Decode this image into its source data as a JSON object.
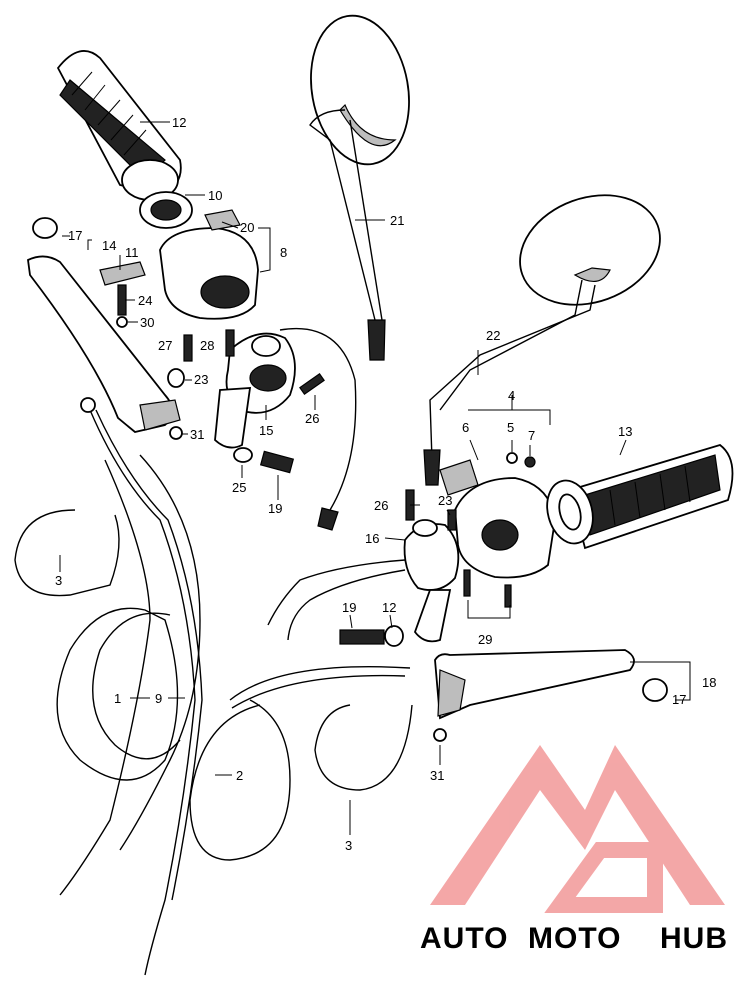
{
  "diagram": {
    "callouts": [
      {
        "id": "c1",
        "label": "1"
      },
      {
        "id": "c2",
        "label": "2"
      },
      {
        "id": "c3a",
        "label": "3"
      },
      {
        "id": "c3b",
        "label": "3"
      },
      {
        "id": "c4",
        "label": "4"
      },
      {
        "id": "c5",
        "label": "5"
      },
      {
        "id": "c6",
        "label": "6"
      },
      {
        "id": "c7",
        "label": "7"
      },
      {
        "id": "c8",
        "label": "8"
      },
      {
        "id": "c9",
        "label": "9"
      },
      {
        "id": "c10",
        "label": "10"
      },
      {
        "id": "c11",
        "label": "11"
      },
      {
        "id": "c12a",
        "label": "12"
      },
      {
        "id": "c12b",
        "label": "12"
      },
      {
        "id": "c13",
        "label": "13"
      },
      {
        "id": "c14",
        "label": "14"
      },
      {
        "id": "c15",
        "label": "15"
      },
      {
        "id": "c16",
        "label": "16"
      },
      {
        "id": "c17a",
        "label": "17"
      },
      {
        "id": "c17b",
        "label": "17"
      },
      {
        "id": "c18",
        "label": "18"
      },
      {
        "id": "c19a",
        "label": "19"
      },
      {
        "id": "c19b",
        "label": "19"
      },
      {
        "id": "c20",
        "label": "20"
      },
      {
        "id": "c21",
        "label": "21"
      },
      {
        "id": "c22",
        "label": "22"
      },
      {
        "id": "c23a",
        "label": "23"
      },
      {
        "id": "c23b",
        "label": "23"
      },
      {
        "id": "c24",
        "label": "24"
      },
      {
        "id": "c25",
        "label": "25"
      },
      {
        "id": "c26a",
        "label": "26"
      },
      {
        "id": "c26b",
        "label": "26"
      },
      {
        "id": "c27",
        "label": "27"
      },
      {
        "id": "c28",
        "label": "28"
      },
      {
        "id": "c29",
        "label": "29"
      },
      {
        "id": "c30",
        "label": "30"
      },
      {
        "id": "c31a",
        "label": "31"
      },
      {
        "id": "c31b",
        "label": "31"
      }
    ]
  },
  "watermark": {
    "part1": "AUTO",
    "part2": "MOTO",
    "part3": "HUB",
    "colors": {
      "auto": "#f6c98c",
      "moto": "#f08a8a",
      "hub": "#7a7a7a",
      "logo": "#f28c8c"
    }
  }
}
